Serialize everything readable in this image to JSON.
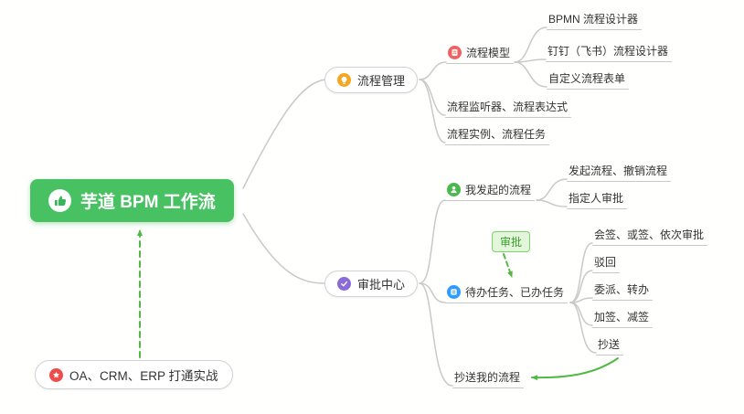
{
  "root": {
    "label": "芋道 BPM 工作流",
    "icon": "thumbs-up-icon",
    "bg": "#47c162"
  },
  "nodes": {
    "process_mgmt": {
      "label": "流程管理",
      "icon": "lightbulb-icon",
      "icon_color": "#f5a623"
    },
    "process_model": {
      "label": "流程模型",
      "icon": "document-icon",
      "icon_color": "#f15f5f"
    },
    "bpmn_designer": {
      "label": "BPMN 流程设计器"
    },
    "dingtalk_designer": {
      "label": "钉钉（飞书）流程设计器"
    },
    "custom_form": {
      "label": "自定义流程表单"
    },
    "listener_expression": {
      "label": "流程监听器、流程表达式"
    },
    "instance_task": {
      "label": "流程实例、流程任务"
    },
    "approval_center": {
      "label": "审批中心",
      "icon": "check-icon",
      "icon_color": "#8a6bd8"
    },
    "my_initiated": {
      "label": "我发起的流程",
      "icon": "person-icon",
      "icon_color": "#49b84e"
    },
    "initiate_cancel": {
      "label": "发起流程、撤销流程"
    },
    "assignee_approval": {
      "label": "指定人审批"
    },
    "todo_done": {
      "label": "待办任务、已办任务",
      "icon": "tasks-icon",
      "icon_color": "#2e9bff"
    },
    "countersign": {
      "label": "会签、或签、依次审批"
    },
    "reject": {
      "label": "驳回"
    },
    "delegate_transfer": {
      "label": "委派、转办"
    },
    "add_reduce_sign": {
      "label": "加签、减签"
    },
    "cc": {
      "label": "抄送"
    },
    "cc_my_process": {
      "label": "抄送我的流程"
    },
    "practice": {
      "label": "OA、CRM、ERP 打通实战",
      "icon": "star-icon",
      "icon_color": "#f04b4b"
    }
  },
  "badge": {
    "label": "审批"
  },
  "colors": {
    "root_bg": "#47c162",
    "link_line": "#c9c9c9",
    "green_arrow": "#51b943",
    "badge_bg": "#e3f5db",
    "badge_border": "#7ed06a",
    "badge_text": "#3a9e2b"
  }
}
